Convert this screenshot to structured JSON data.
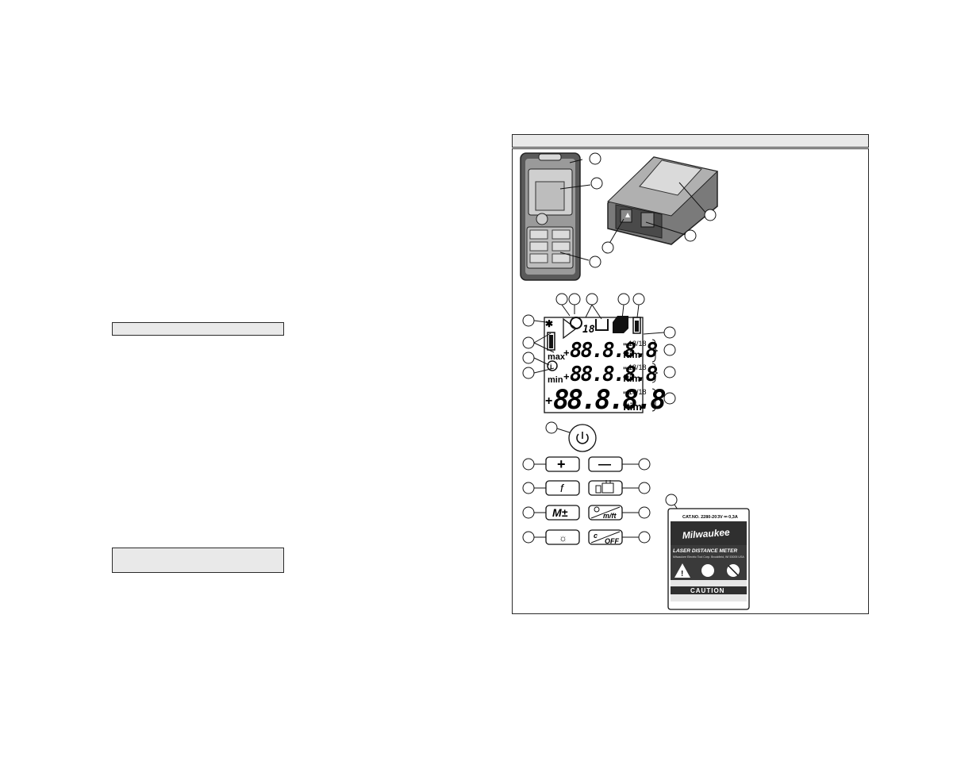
{
  "colors": {
    "panel_gray": "#e9e9e9",
    "line": "#2a2a2a",
    "device_dark": "#3a3a3a"
  },
  "display": {
    "sign": "+",
    "digits": "88.8.8.8",
    "inch_mark": "\"",
    "fraction": "18/18",
    "unit": "ftim",
    "max_label": "max",
    "min_label": "min",
    "small_digits": "18"
  },
  "buttons": [
    {
      "icon": "plus-icon",
      "symbol": "+"
    },
    {
      "icon": "minus-icon",
      "symbol": "—"
    },
    {
      "icon": "function-icon",
      "symbol": "f"
    },
    {
      "icon": "area-volume-icon",
      "symbol": ""
    },
    {
      "icon": "memory-icon",
      "symbol": "M±"
    },
    {
      "icon": "timer-unit-icon",
      "symbol": "m/ft"
    },
    {
      "icon": "backlight-icon",
      "symbol": "☼"
    },
    {
      "icon": "clear-off-icon",
      "symbol": "OFF"
    }
  ],
  "power_icon": "power-icon",
  "label": {
    "cat_no": "CAT.NO. 2280-20",
    "rating": "3V ⎓ 0,3A",
    "brand": "Milwaukee",
    "title": "LASER DISTANCE METER",
    "maker": "Milwaukee Electric Tool Corp. Brookfield, WI 53005 USA",
    "caution": "CAUTION",
    "warn_icons": [
      "warning-triangle-icon",
      "read-manual-icon",
      "no-stare-icon"
    ]
  }
}
